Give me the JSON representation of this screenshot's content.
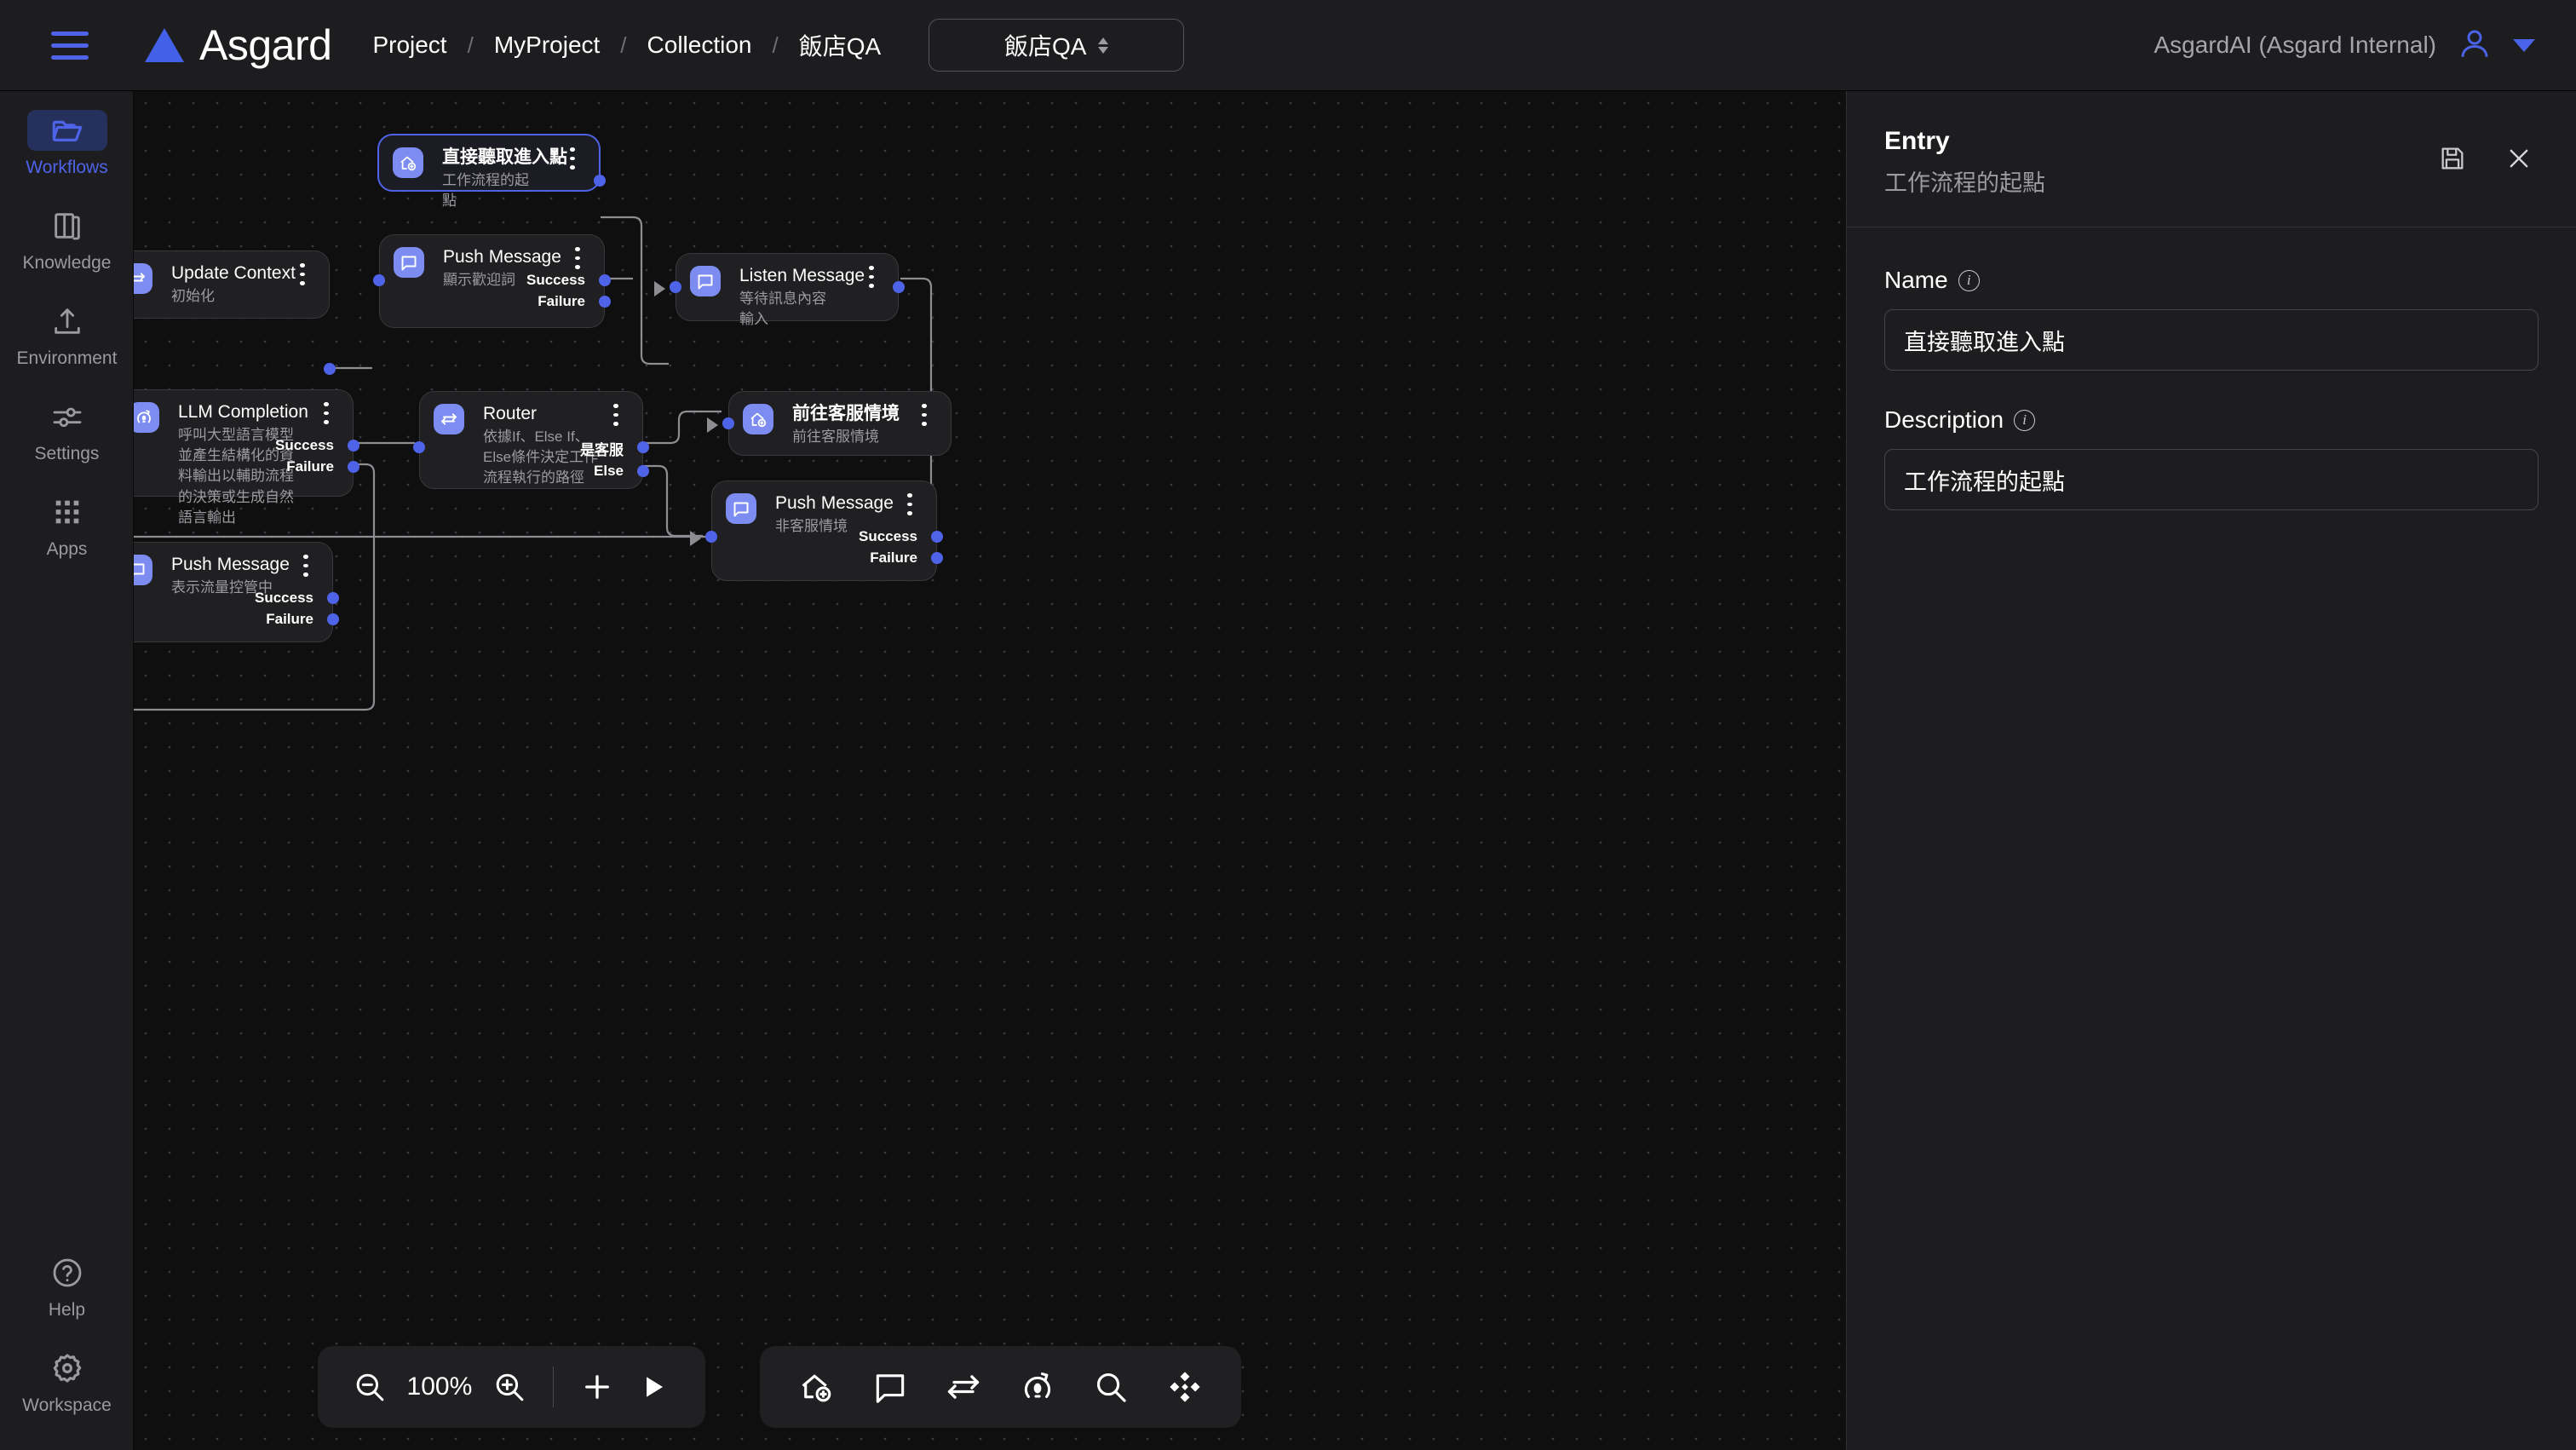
{
  "topbar": {
    "menu_icon": "hamburger-icon",
    "brand": "Asgard",
    "breadcrumb": [
      "Project",
      "MyProject",
      "Collection",
      "飯店QA"
    ],
    "breadcrumb_sep": "/",
    "collection_select": "飯店QA",
    "account": "AsgardAI (Asgard Internal)"
  },
  "sidebar": {
    "items": [
      {
        "label": "Workflows",
        "icon": "folder-open-icon",
        "active": true
      },
      {
        "label": "Knowledge",
        "icon": "book-icon",
        "active": false
      },
      {
        "label": "Environment",
        "icon": "upload-icon",
        "active": false
      },
      {
        "label": "Settings",
        "icon": "sliders-icon",
        "active": false
      },
      {
        "label": "Apps",
        "icon": "grid-dots-icon",
        "active": false
      }
    ],
    "bottom_items": [
      {
        "label": "Help",
        "icon": "question-circle-icon"
      },
      {
        "label": "Workspace",
        "icon": "gear-icon"
      }
    ]
  },
  "canvas": {
    "nodes": [
      {
        "id": "entry",
        "title": "直接聽取進入點",
        "subtitle": "工作流程的起點",
        "icon": "home-plus-icon",
        "selected": true,
        "ports": []
      },
      {
        "id": "update-context",
        "title": "Update Context",
        "subtitle": "初始化",
        "icon": "swap-arrows-icon",
        "selected": false,
        "ports": []
      },
      {
        "id": "push-welcome",
        "title": "Push Message",
        "subtitle": "顯示歡迎詞",
        "icon": "chat-bubble-icon",
        "selected": false,
        "ports": [
          "Success",
          "Failure"
        ]
      },
      {
        "id": "listen-message",
        "title": "Listen Message",
        "subtitle": "等待訊息內容輸入",
        "icon": "chat-bubble-icon",
        "selected": false,
        "ports": []
      },
      {
        "id": "llm-completion",
        "title": "LLM Completion",
        "subtitle": "呼叫大型語言模型並產生結構化的資料輸出以輔助流程的決策或生成自然語言輸出",
        "icon": "llm-bulb-icon",
        "selected": false,
        "ports": [
          "Success",
          "Failure"
        ]
      },
      {
        "id": "router",
        "title": "Router",
        "subtitle": "依據If、Else If、Else條件決定工作流程執行的路徑",
        "icon": "swap-arrows-icon",
        "selected": false,
        "ports": [
          "是客服",
          "Else"
        ]
      },
      {
        "id": "goto-service",
        "title": "前往客服情境",
        "subtitle": "前往客服情境",
        "icon": "home-plus-icon",
        "selected": false,
        "ports": []
      },
      {
        "id": "push-nonservice",
        "title": "Push Message",
        "subtitle": "非客服情境",
        "icon": "chat-bubble-icon",
        "selected": false,
        "ports": [
          "Success",
          "Failure"
        ]
      },
      {
        "id": "push-throttle",
        "title": "Push Message",
        "subtitle": "表示流量控管中",
        "icon": "chat-bubble-icon",
        "selected": false,
        "ports": [
          "Success",
          "Failure"
        ]
      }
    ]
  },
  "zoombar": {
    "zoom_out_icon": "zoom-out-icon",
    "level": "100%",
    "zoom_in_icon": "zoom-in-icon",
    "add_icon": "plus-icon",
    "run_icon": "play-icon"
  },
  "toolbar2": {
    "buttons": [
      {
        "icon": "home-plus-icon"
      },
      {
        "icon": "chat-bubble-icon"
      },
      {
        "icon": "swap-arrows-icon"
      },
      {
        "icon": "llm-bulb-icon"
      },
      {
        "icon": "search-icon"
      },
      {
        "icon": "move-diamond-icon"
      }
    ]
  },
  "inspector": {
    "title": "Entry",
    "subtitle": "工作流程的起點",
    "save_icon": "save-disk-icon",
    "close_icon": "close-icon",
    "name_label": "Name",
    "name_value": "直接聽取進入點",
    "description_label": "Description",
    "description_value": "工作流程的起點"
  },
  "colors": {
    "accent": "#4f63e8",
    "node_icon": "#7c8cf0",
    "panel_bg": "#1d1d1f",
    "canvas_bg": "#0f0f10",
    "edge": "#8d8d92"
  }
}
